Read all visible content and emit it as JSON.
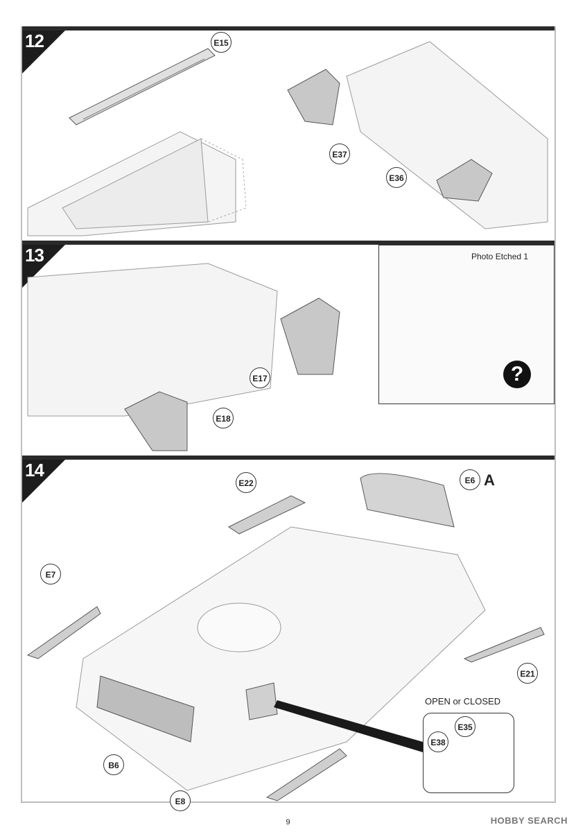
{
  "steps": [
    {
      "number": "12"
    },
    {
      "number": "13"
    },
    {
      "number": "14"
    }
  ],
  "callouts": {
    "e15": "E15",
    "e37": "E37",
    "e36": "E36",
    "e17": "E17",
    "e18": "E18",
    "e22": "E22",
    "e6": "E6",
    "e7": "E7",
    "e21": "E21",
    "b6": "B6",
    "e8": "E8",
    "e35": "E35",
    "e38": "E38"
  },
  "inset": {
    "label": "Photo Etched 1",
    "help_glyph": "?"
  },
  "option": {
    "label": "OPEN or CLOSED"
  },
  "marker_a": "A",
  "page_number": "9",
  "watermark": "HOBBY SEARCH"
}
